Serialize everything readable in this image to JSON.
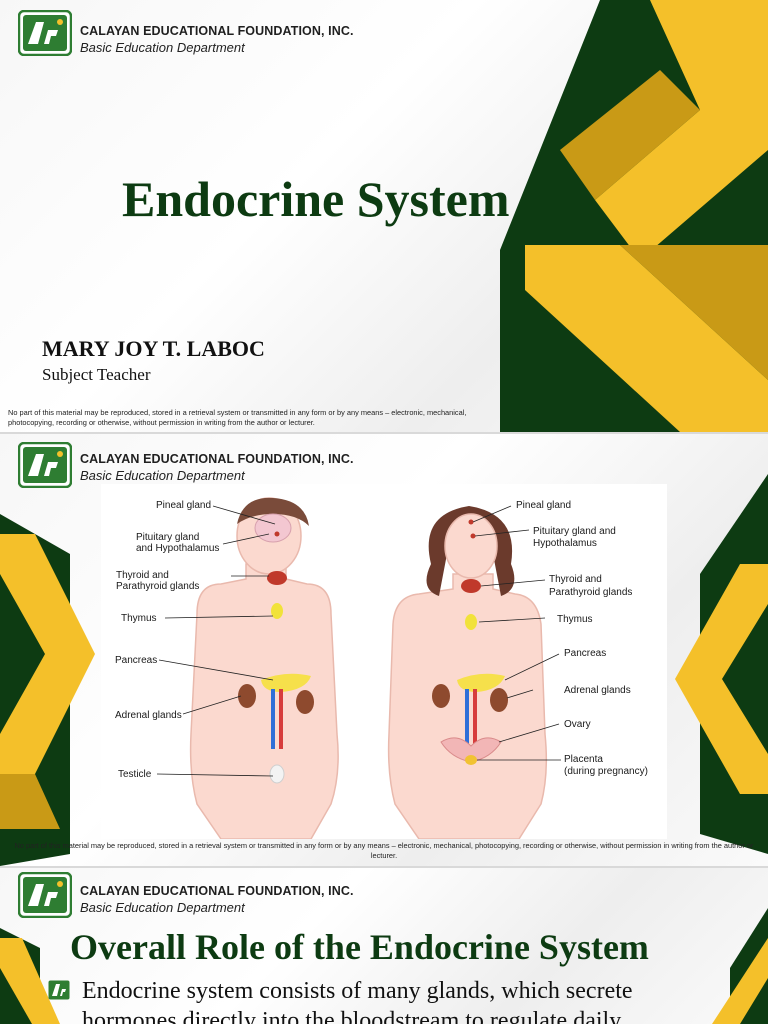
{
  "organization": {
    "name": "CALAYAN EDUCATIONAL FOUNDATION, INC.",
    "department": "Basic Education Department"
  },
  "colors": {
    "green_dark": "#0d3b12",
    "green_logo": "#2e7d32",
    "gold": "#f4c02a",
    "gold_shadow": "#c99a16"
  },
  "slide1": {
    "title": "Endocrine System",
    "teacher_name": "MARY JOY T. LABOC",
    "teacher_role": "Subject Teacher",
    "copyright": "No part of this material may be reproduced, stored in a retrieval system or transmitted in any form or by any means – electronic, mechanical, photocopying, recording or otherwise, without permission in writing from the author or lecturer."
  },
  "slide2": {
    "diagram": {
      "male_labels": {
        "pineal": "Pineal gland",
        "pituitary_line1": "Pituitary gland",
        "pituitary_line2": "and Hypothalamus",
        "thyroid_line1": "Thyroid and",
        "thyroid_line2": "Parathyroid glands",
        "thymus": "Thymus",
        "pancreas": "Pancreas",
        "adrenal": "Adrenal glands",
        "testicle": "Testicle"
      },
      "female_labels": {
        "pineal": "Pineal gland",
        "pituitary_line1": "Pituitary gland and",
        "pituitary_line2": "Hypothalamus",
        "thyroid_line1": "Thyroid and",
        "thyroid_line2": "Parathyroid glands",
        "thymus": "Thymus",
        "pancreas": "Pancreas",
        "adrenal": "Adrenal glands",
        "ovary": "Ovary",
        "placenta_line1": "Placenta",
        "placenta_line2": "(during pregnancy)"
      }
    },
    "copyright": "No part of this material may be reproduced, stored in a retrieval system or transmitted in any form or by any means – electronic, mechanical, photocopying, recording or otherwise, without permission in writing from the author or lecturer."
  },
  "slide3": {
    "title": "Overall Role of the Endocrine System",
    "bullet": "Endocrine system consists of many glands, which secrete hormones directly into the bloodstream to regulate daily"
  }
}
